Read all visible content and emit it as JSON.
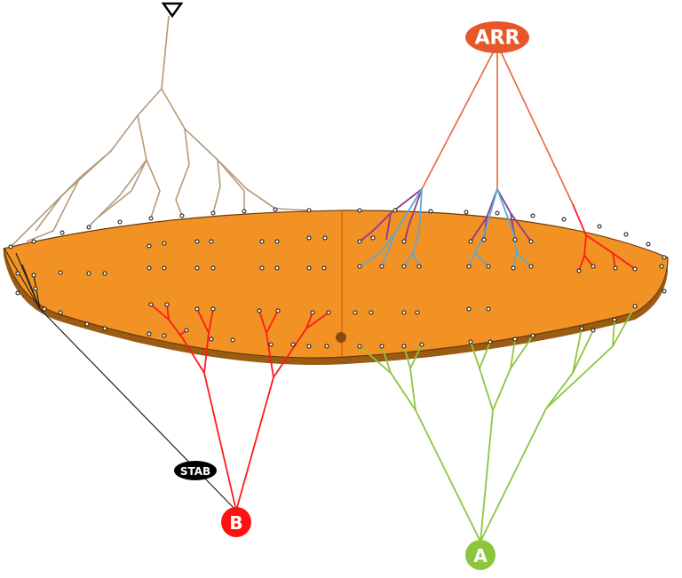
{
  "labels": {
    "arr": "ARR",
    "stab": "STAB",
    "point_b": "B",
    "point_a": "A"
  },
  "colors": {
    "canopy_top": "#f29224",
    "canopy_edge": "#9a5b12",
    "bridle_brown": "#b59a7a",
    "line_arr": "#e8643a",
    "line_b": "#ff1a1a",
    "line_a": "#8cc63f",
    "line_blue": "#5aa9d6",
    "line_purple": "#8e3a8a",
    "arr_badge": "#e8572a",
    "stab_badge": "#000000",
    "b_badge": "#ff1111",
    "a_badge": "#8cc63f"
  },
  "icons": {
    "top_attachment": "triangle-down-icon"
  }
}
